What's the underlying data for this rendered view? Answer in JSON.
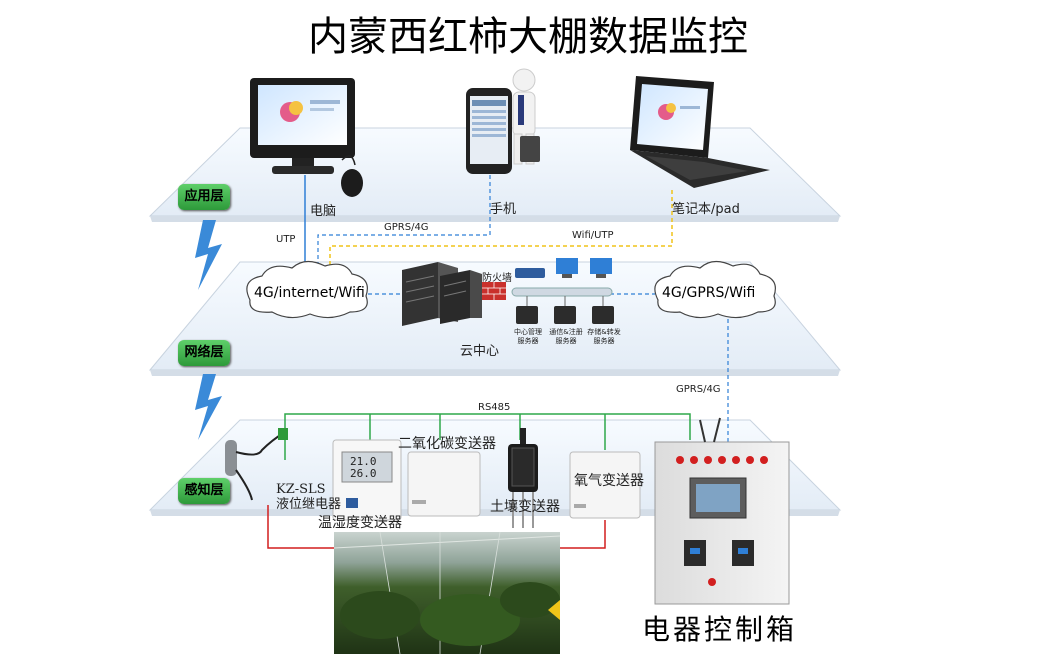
{
  "title": "内蒙西红柿大棚数据监控",
  "layers": {
    "application": "应用层",
    "network": "网络层",
    "perception": "感知层"
  },
  "devices": {
    "pc": "电脑",
    "phone": "手机",
    "laptop": "笔记本/pad"
  },
  "links": {
    "utp": "UTP",
    "gprs_4g_top": "GPRS/4G",
    "wifi_utp": "Wifi/UTP",
    "gprs_4g_right": "GPRS/4G",
    "rs485": "RS485"
  },
  "network": {
    "cloud_left": "4G/internet/Wifi",
    "cloud_right": "4G/GPRS/Wifi",
    "firewall": "防火墙",
    "cloud_center": "云中心",
    "servers": [
      "中心管理\n服务器",
      "通信&注册\n服务器",
      "存储&转发\n服务器"
    ]
  },
  "sensors": {
    "level_relay": "KZ-SLS\n液位继电器",
    "temp_humidity": "温湿度变送器",
    "co2": "二氧化碳变送器",
    "soil": "土壤变送器",
    "oxygen": "氧气变送器",
    "display_top": "21.0",
    "display_bottom": "26.0"
  },
  "control_box": "电器控制箱",
  "colors": {
    "layer_green": "#3bb34a",
    "link_blue": "#2f7fd6",
    "link_yellow": "#f0c419",
    "rs485_green": "#2fa84a",
    "power_red": "#d21f1f",
    "lightning": "#3a8ad8"
  }
}
